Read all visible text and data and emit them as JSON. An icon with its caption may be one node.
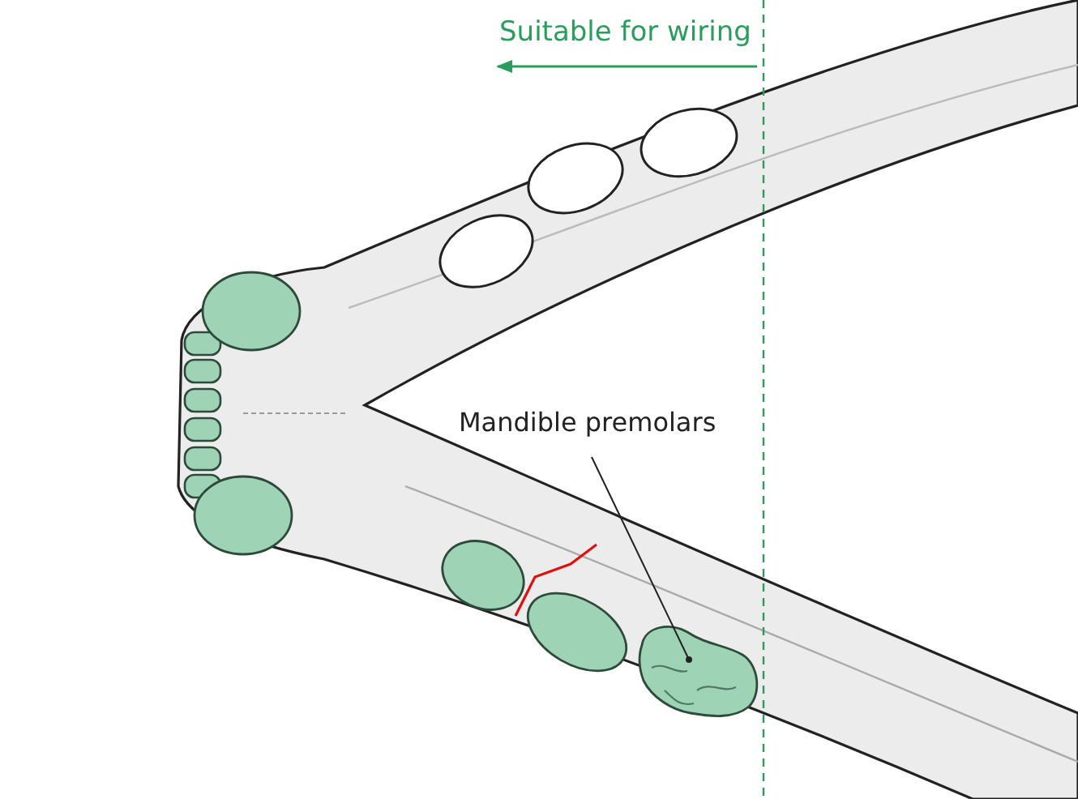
{
  "diagram": {
    "nodes": [
      {
        "text": [
          "Mandible premolars"
        ]
      },
      {
        "text": [],
        "shape": "picture"
      }
    ],
    "edges": [
      {
        "from": 0,
        "to": 1,
        "arrow": "other"
      }
    ],
    "labels": [
      "Suitable for wiring"
    ]
  }
}
